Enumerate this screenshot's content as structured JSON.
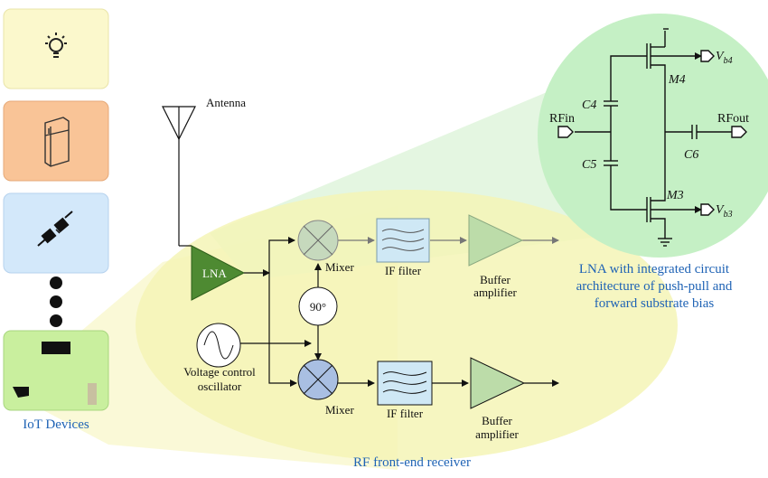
{
  "devices": {
    "caption": "IoT Devices",
    "colors": {
      "bulb_card": "#fbf8cc",
      "fridge_card": "#f9c497",
      "plug_card": "#d3e8fa",
      "chip_card": "#c9ef9e"
    }
  },
  "receiver": {
    "caption": "RF front-end receiver",
    "antenna_label": "Antenna",
    "lna_label": "LNA",
    "phase_label": "90°",
    "vco_label_line1": "Voltage control",
    "vco_label_line2": "oscillator",
    "mixer_top_label": "Mixer",
    "mixer_bottom_label": "Mixer",
    "if_filter_top_label": "IF filter",
    "if_filter_bottom_label": "IF filter",
    "buffer_top_line1": "Buffer",
    "buffer_top_line2": "amplifier",
    "buffer_bottom_line1": "Buffer",
    "buffer_bottom_line2": "amplifier",
    "colors": {
      "ellipse": "#f5f4b6",
      "lna": "#4e8a32",
      "buffer": "#bcdca9",
      "if_filter": "#cfe8f5",
      "mixer_top": "#c6d9bd",
      "mixer_bottom": "#a9bfe2"
    }
  },
  "lna_detail": {
    "caption_line1": "LNA with integrated circuit",
    "caption_line2": "architecture of push-pull and",
    "caption_line3": "forward substrate bias",
    "rfin": "RFin",
    "rfout": "RFout",
    "c4": "C4",
    "c5": "C5",
    "c6": "C6",
    "m4": "M4",
    "m3": "M3",
    "vb4_main": "V",
    "vb4_sub": "b4",
    "vb3_main": "V",
    "vb3_sub": "b3",
    "colors": {
      "circle": "#c5f0c5",
      "callout": "#dff5dc"
    }
  }
}
